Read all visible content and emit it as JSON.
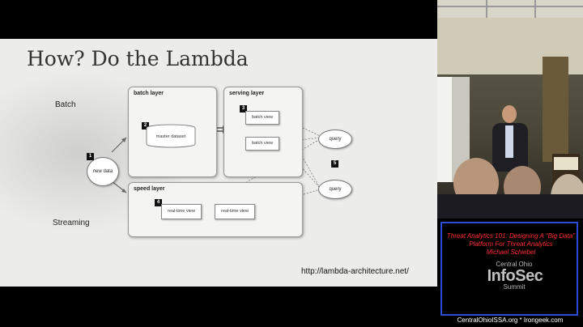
{
  "slide": {
    "title": "How? Do the Lambda",
    "batch_label": "Batch",
    "streaming_label": "Streaming",
    "new_data": "new data",
    "batch_layer": {
      "title": "batch layer",
      "dataset": "master dataset"
    },
    "serving_layer": {
      "title": "serving layer",
      "views": [
        "batch view",
        "batch view"
      ]
    },
    "speed_layer": {
      "title": "speed layer",
      "views": [
        "real-time view",
        "real-time view"
      ]
    },
    "query": "query",
    "steps": [
      "1",
      "2",
      "3",
      "4",
      "5"
    ],
    "url": "http://lambda-architecture.net/"
  },
  "overlay": {
    "talk_title": "Threat Analytics 101: Designing A \"Big Data\" Platform For Threat Analytics",
    "speaker": "Michael Schiebel",
    "logo": {
      "line1": "Central Ohio",
      "line2": "InfoSec",
      "line3": "Summit"
    },
    "footer": "CentralOhioISSA.org * Irongeek.com"
  },
  "colors": {
    "title_red": "#ff3030",
    "frame_blue": "#2a4cd8"
  }
}
